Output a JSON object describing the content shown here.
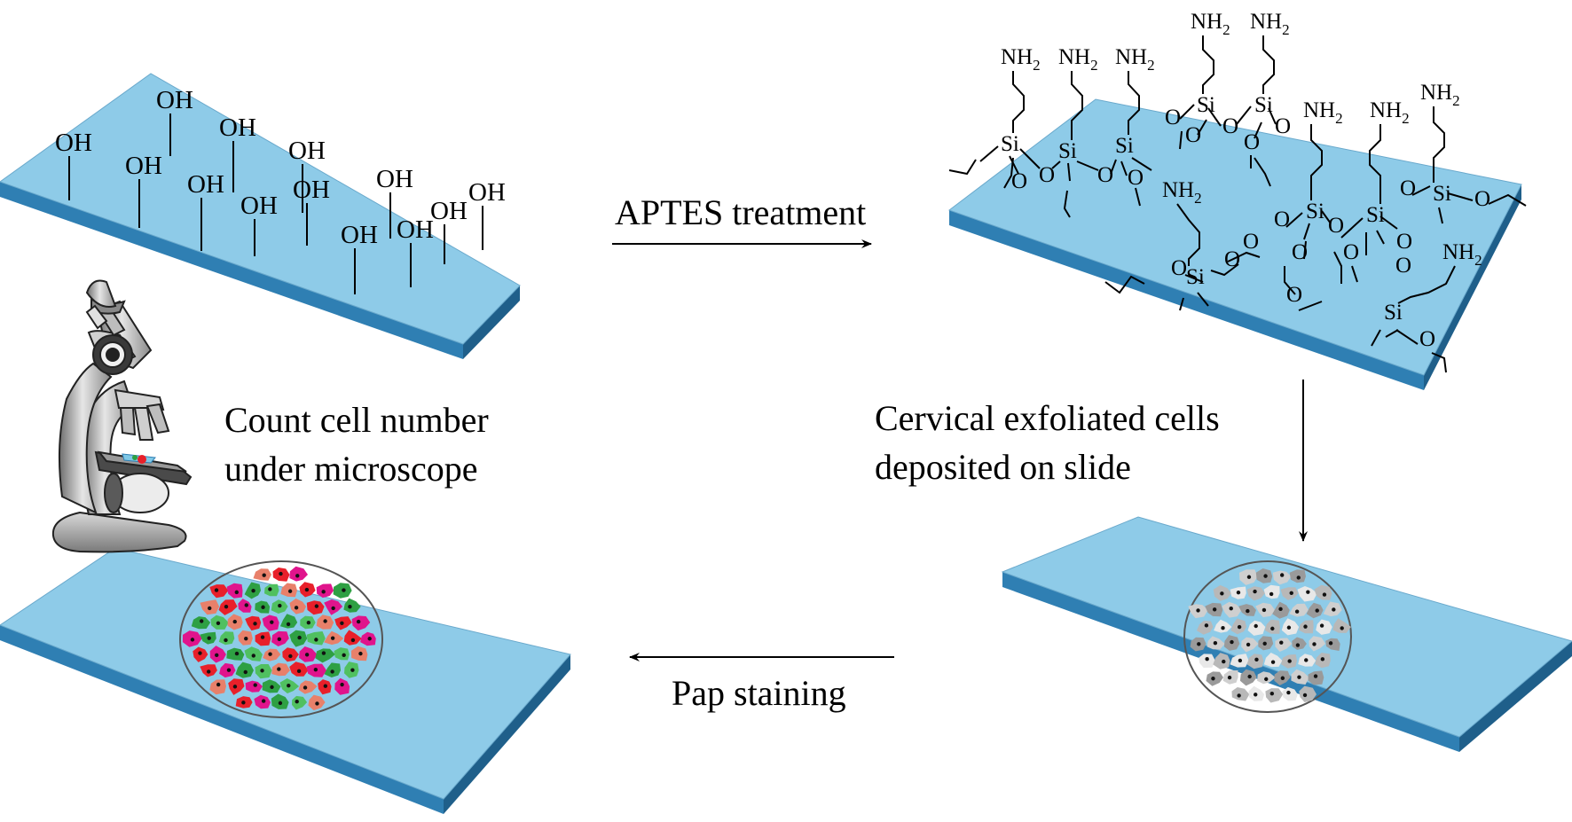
{
  "steps": {
    "aptes": "APTES treatment",
    "deposit": {
      "line1": "Cervical exfoliated cells",
      "line2": "deposited on slide"
    },
    "stain": "Pap staining",
    "count": {
      "line1": "Count cell number",
      "line2": "under microscope"
    }
  },
  "chem": {
    "hydroxyl": "OH",
    "silicon": "Si",
    "oxygen": "O",
    "amine": "NH",
    "amine_sub": "2"
  },
  "colors": {
    "slide_top": "#8ecbe8",
    "slide_side": "#2f7fb3",
    "stained_cells": [
      "#e8202a",
      "#2ea043",
      "#e8806a",
      "#e0148c",
      "#50c060"
    ],
    "unstained_cells": [
      "#9a9a9a",
      "#b8b8b8",
      "#cfcfcf",
      "#e8e8e8"
    ]
  },
  "icons": [
    "microscope-icon",
    "arrow-right-icon",
    "arrow-down-icon",
    "arrow-left-icon"
  ]
}
